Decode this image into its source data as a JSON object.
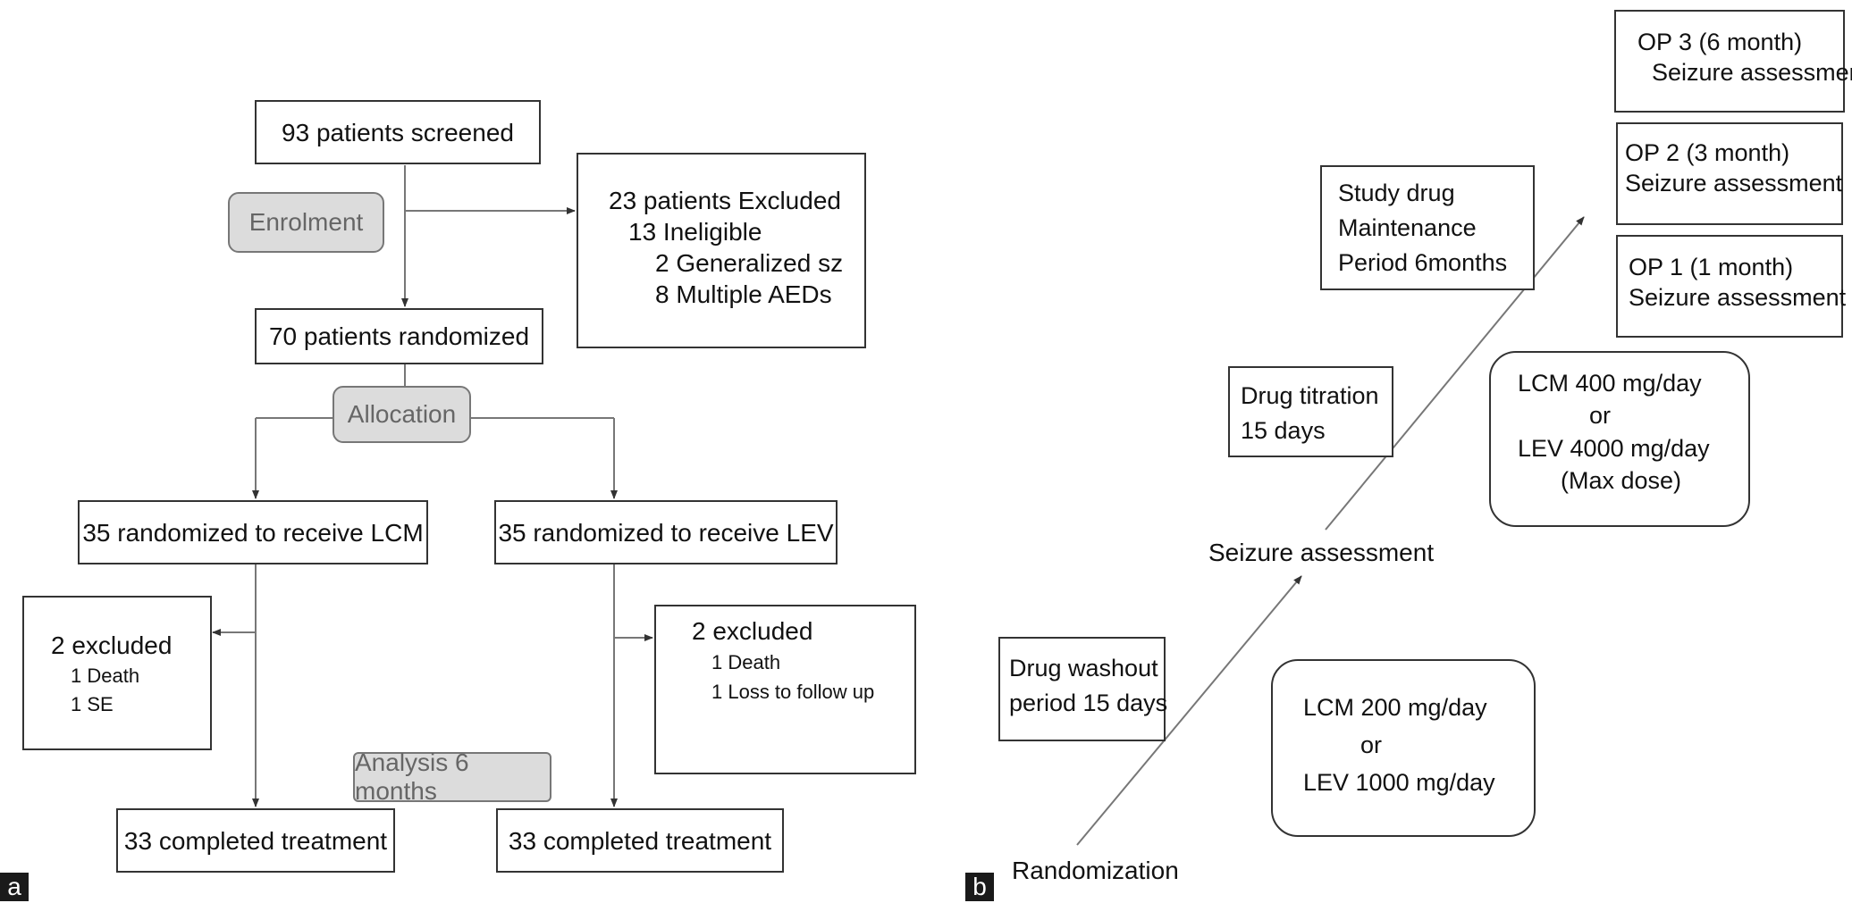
{
  "panel_a": {
    "label": "a",
    "screened": "93 patients screened",
    "enrolment": "Enrolment",
    "excluded": {
      "title": "23 patients Excluded",
      "line1": "13 Ineligible",
      "line2": "2 Generalized sz",
      "line3": "8 Multiple AEDs"
    },
    "randomized": "70 patients randomized",
    "allocation": "Allocation",
    "arm_lcm": "35 randomized to receive LCM",
    "arm_lev": "35 randomized to receive LEV",
    "lcm_excluded": {
      "title": "2 excluded",
      "line1": "1 Death",
      "line2": "1 SE"
    },
    "lev_excluded": {
      "title": "2 excluded",
      "line1": "1 Death",
      "line2": "1 Loss to follow up"
    },
    "analysis": "Analysis 6 months",
    "lcm_completed": "33 completed treatment",
    "lev_completed": "33 completed treatment"
  },
  "panel_b": {
    "label": "b",
    "op3": {
      "line1": "OP 3 (6 month)",
      "line2": "Seizure assessment"
    },
    "op2": {
      "line1": "OP 2 (3 month)",
      "line2": "Seizure assessment"
    },
    "op1": {
      "line1": "OP 1 (1 month)",
      "line2": "Seizure assessment"
    },
    "maintenance": {
      "line1": "Study drug",
      "line2": "Maintenance",
      "line3": "Period 6months"
    },
    "titration": {
      "line1": "Drug titration",
      "line2": "15 days"
    },
    "max_dose": {
      "line1": "LCM 400 mg/day",
      "line2": "or",
      "line3": "LEV 4000 mg/day",
      "line4": "(Max dose)"
    },
    "seizure_assessment": "Seizure assessment",
    "washout": {
      "line1": "Drug washout",
      "line2": "period 15 days"
    },
    "start_dose": {
      "line1": "LCM 200 mg/day",
      "line2": "or",
      "line3": "LEV 1000 mg/day"
    },
    "randomization": "Randomization"
  }
}
